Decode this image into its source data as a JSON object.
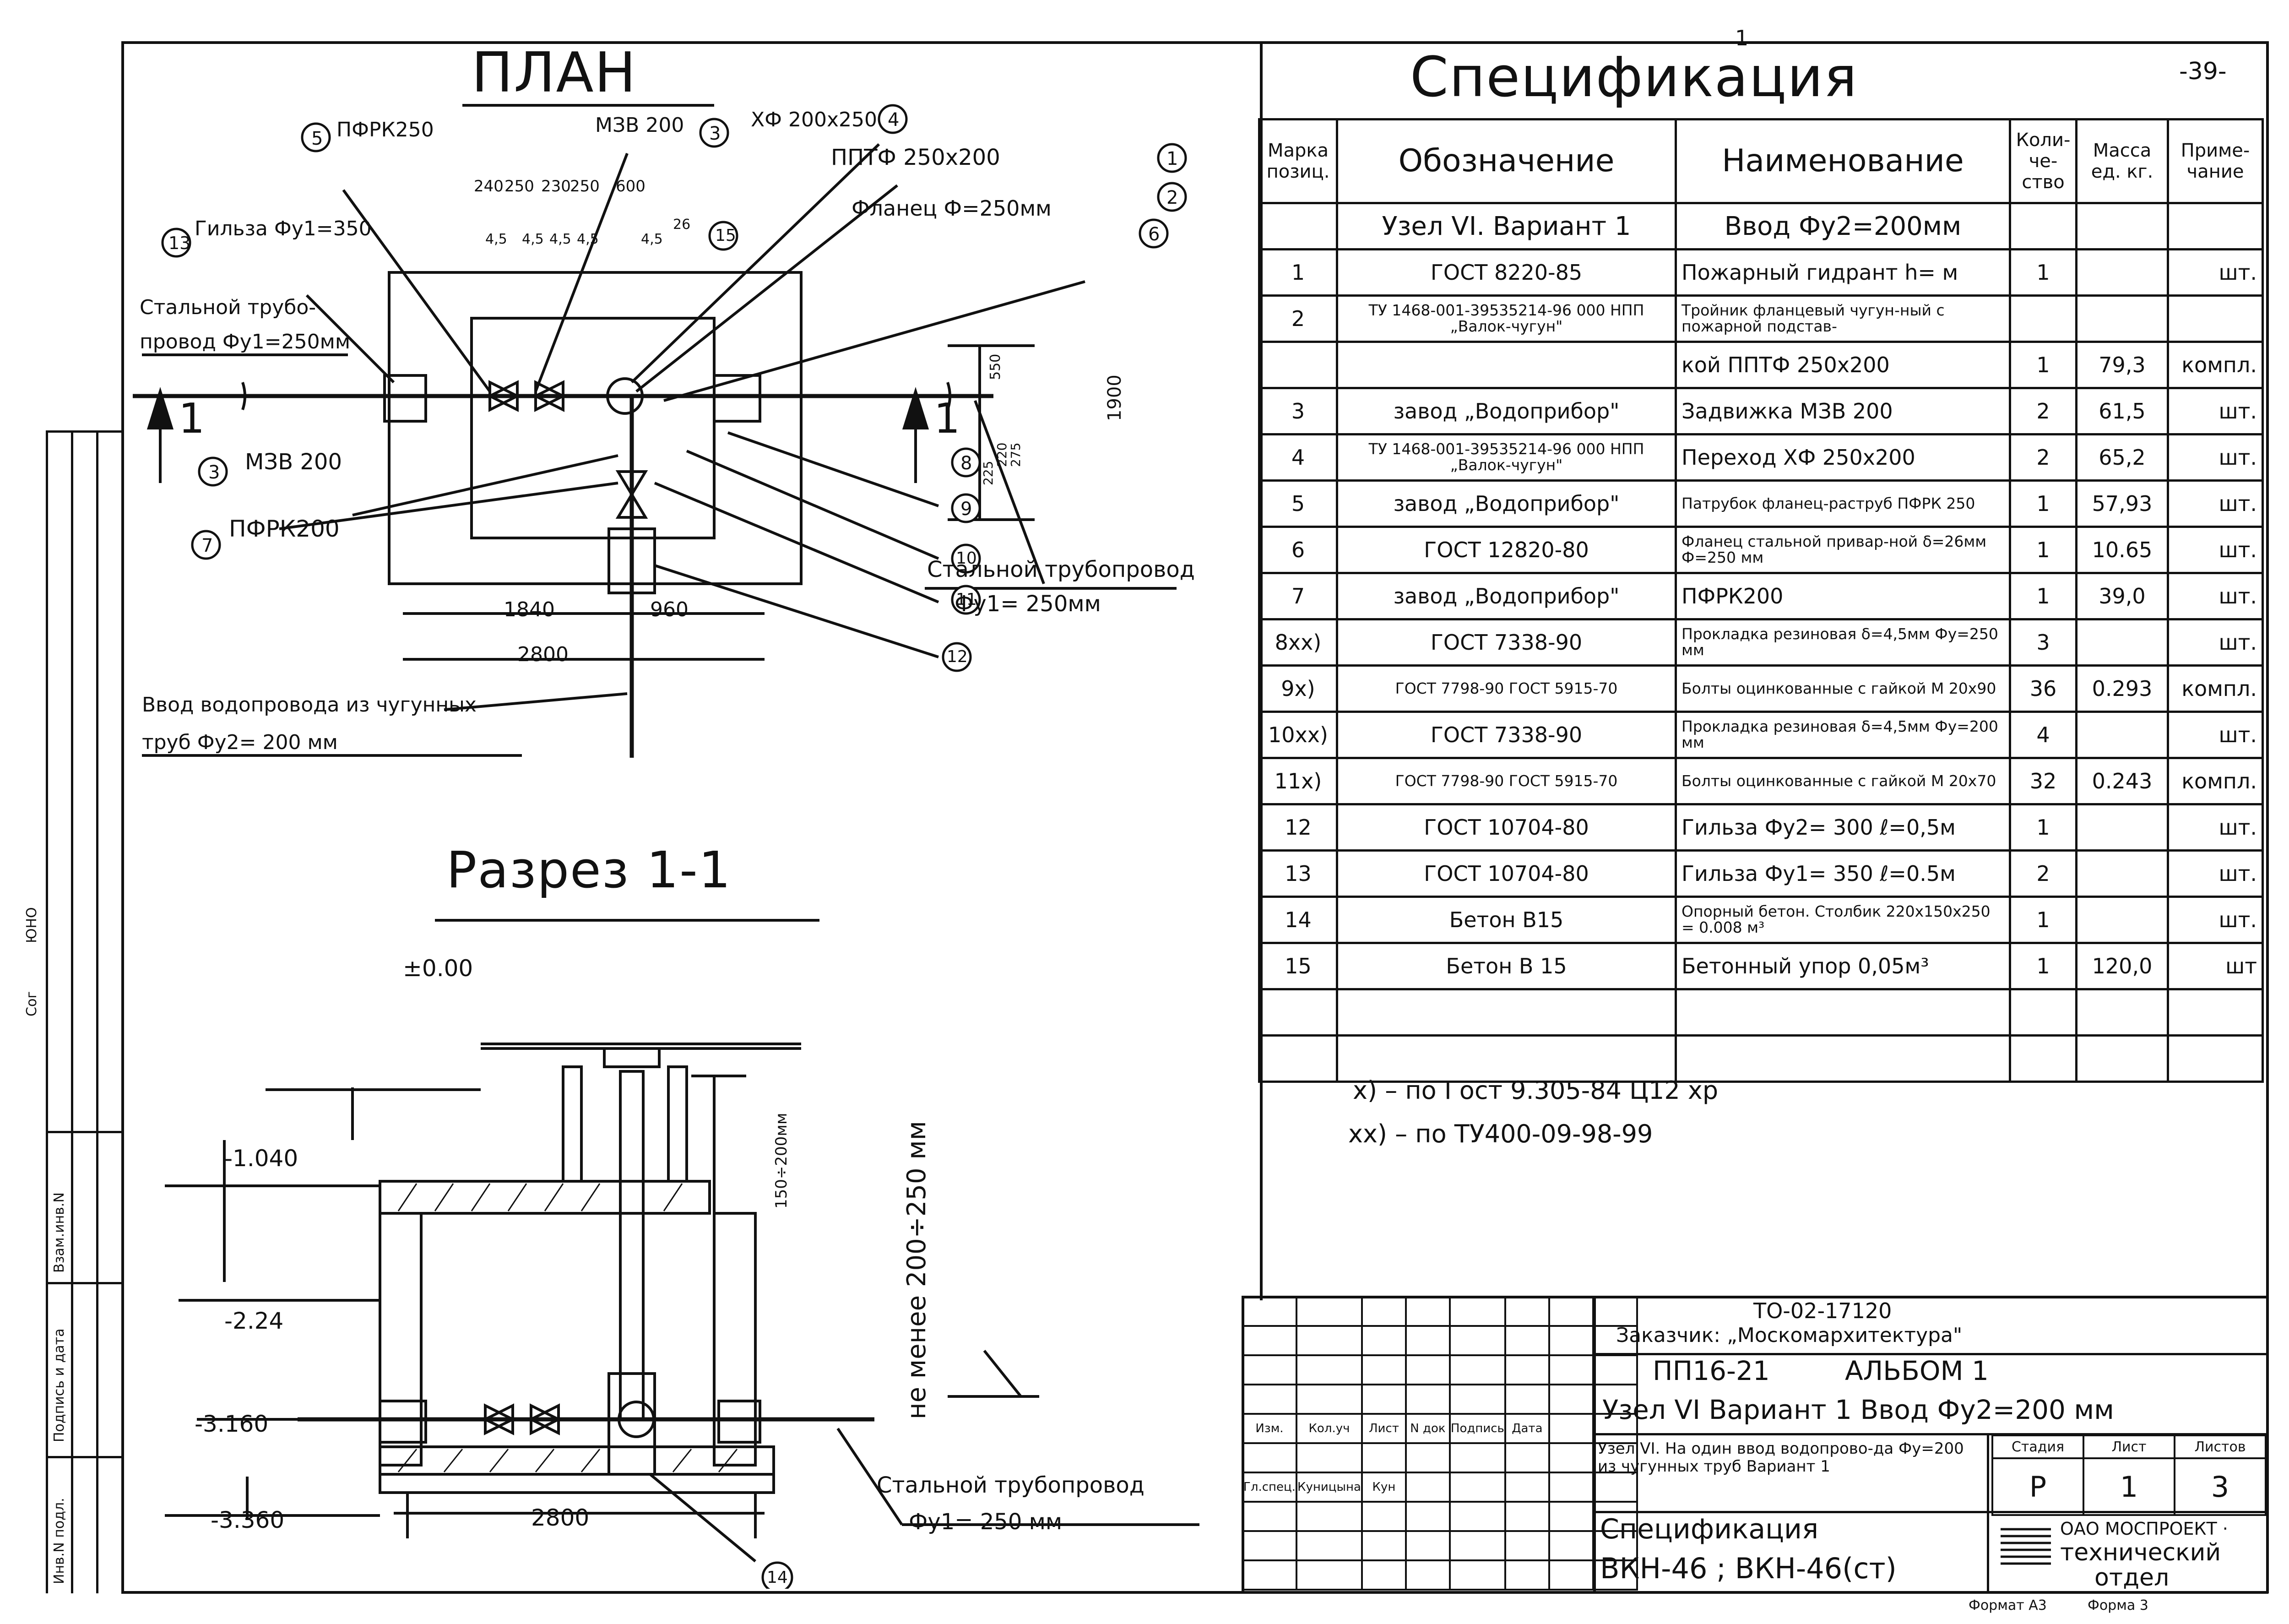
{
  "page_number": "-39-",
  "corner_mark": "1",
  "plan": {
    "title": "ПЛАН",
    "pos1_label": "ППТФ 250х200",
    "pos1_num": "1",
    "pos2_num": "2",
    "pos3_label_top": "МЗВ 200",
    "pos3_num": "3",
    "pos4_label": "ХФ 200х250",
    "pos4_num": "4",
    "pos5_label": "ПФРК250",
    "pos5_num": "5",
    "pos6_label": "Фланец Ф=250мм",
    "pos6_num": "6",
    "pos7_label": "ПФРК200",
    "pos7_num": "7",
    "pos3_label_left": "МЗВ 200",
    "pos8_num": "8",
    "pos9_num": "9",
    "pos10_num": "10",
    "pos11_num": "11",
    "pos12_num": "12",
    "pos13_label": "Гильза Фу1=350",
    "pos13_num": "13",
    "pos15_num": "15",
    "dims_top": [
      "240",
      "250",
      "230",
      "250",
      "600"
    ],
    "dims_small": [
      "4,5",
      "4,5",
      "4,5",
      "4,5",
      "4,5",
      "26"
    ],
    "steel_pipe_left_1": "Стальной трубо-",
    "steel_pipe_left_2": "провод Фу1=250мм",
    "steel_pipe_right_1": "Стальной трубопровод",
    "steel_pipe_right_2": "Фу1= 250мм",
    "inlet_1": "Ввод водопровода из чугунных",
    "inlet_2": "труб Фу2= 200 мм",
    "dim_1840": "1840",
    "dim_960": "960",
    "dim_2800": "2800",
    "dim_1900": "1900",
    "dim_550": "550",
    "dim_275": "275",
    "dim_225": "225",
    "dim_220": "220",
    "section_mark_1": "1",
    "section_mark_2": "1"
  },
  "section": {
    "title": "Разрез 1-1",
    "level_000": "±0.00",
    "level_1040": "-1.040",
    "level_224": "-2.24",
    "level_3160": "-3.160",
    "level_3360": "-3.360",
    "dim_2800": "2800",
    "dim_150": "150÷200мм",
    "not_less": "не менее 200÷250 мм",
    "steel_pipe_1": "Стальной трубопровод",
    "steel_pipe_2": "Фу1= 250 мм",
    "pos14_num": "14"
  },
  "spec": {
    "title": "Спецификация",
    "headers": [
      "Марка позиц.",
      "Обозначение",
      "Наименование",
      "Коли-че-ство",
      "Масса ед. кг.",
      "Приме-чание"
    ],
    "subheader_designation": "Узел VI. Вариант 1",
    "subheader_name": "Ввод Фу2=200мм",
    "rows": [
      {
        "pos": "1",
        "designation": "ГОСТ 8220-85",
        "name": "Пожарный гидрант h= м",
        "qty": "1",
        "mass": "",
        "note": "шт."
      },
      {
        "pos": "2",
        "designation": "ТУ 1468-001-39535214-96 000 НПП „Валок-чугун\"",
        "name": "Тройник фланцевый чугун-ный с пожарной подстав-",
        "qty": "",
        "mass": "",
        "note": ""
      },
      {
        "pos": "",
        "designation": "",
        "name": "кой ППТФ 250х200",
        "qty": "1",
        "mass": "79,3",
        "note": "компл."
      },
      {
        "pos": "3",
        "designation": "завод „Водоприбор\"",
        "name": "Задвижка МЗВ 200",
        "qty": "2",
        "mass": "61,5",
        "note": "шт."
      },
      {
        "pos": "4",
        "designation": "ТУ 1468-001-39535214-96 000 НПП „Валок-чугун\"",
        "name": "Переход ХФ 250х200",
        "qty": "2",
        "mass": "65,2",
        "note": "шт."
      },
      {
        "pos": "5",
        "designation": "завод „Водоприбор\"",
        "name": "Патрубок фланец-раструб ПФРК 250",
        "qty": "1",
        "mass": "57,93",
        "note": "шт."
      },
      {
        "pos": "6",
        "designation": "ГОСТ 12820-80",
        "name": "Фланец стальной привар-ной δ=26мм Ф=250 мм",
        "qty": "1",
        "mass": "10.65",
        "note": "шт."
      },
      {
        "pos": "7",
        "designation": "завод „Водоприбор\"",
        "name": "ПФРК200",
        "qty": "1",
        "mass": "39,0",
        "note": "шт."
      },
      {
        "pos": "8xx)",
        "designation": "ГОСТ 7338-90",
        "name": "Прокладка резиновая δ=4,5мм Фу=250 мм",
        "qty": "3",
        "mass": "",
        "note": "шт."
      },
      {
        "pos": "9x)",
        "designation": "ГОСТ 7798-90 ГОСТ 5915-70",
        "name": "Болты оцинкованные с гайкой М 20х90",
        "qty": "36",
        "mass": "0.293",
        "note": "компл."
      },
      {
        "pos": "10xx)",
        "designation": "ГОСТ 7338-90",
        "name": "Прокладка резиновая δ=4,5мм Фу=200 мм",
        "qty": "4",
        "mass": "",
        "note": "шт."
      },
      {
        "pos": "11x)",
        "designation": "ГОСТ 7798-90 ГОСТ 5915-70",
        "name": "Болты оцинкованные с гайкой М 20х70",
        "qty": "32",
        "mass": "0.243",
        "note": "компл."
      },
      {
        "pos": "12",
        "designation": "ГОСТ 10704-80",
        "name": "Гильза Фу2= 300 ℓ=0,5м",
        "qty": "1",
        "mass": "",
        "note": "шт."
      },
      {
        "pos": "13",
        "designation": "ГОСТ 10704-80",
        "name": "Гильза Фу1= 350 ℓ=0.5м",
        "qty": "2",
        "mass": "",
        "note": "шт."
      },
      {
        "pos": "14",
        "designation": "Бетон В15",
        "name": "Опорный бетон. Столбик 220х150х250 = 0.008 м³",
        "qty": "1",
        "mass": "",
        "note": "шт."
      },
      {
        "pos": "15",
        "designation": "Бетон В 15",
        "name": "Бетонный упор 0,05м³",
        "qty": "1",
        "mass": "120,0",
        "note": "шт"
      },
      {
        "pos": "",
        "designation": "",
        "name": "",
        "qty": "",
        "mass": "",
        "note": ""
      },
      {
        "pos": "",
        "designation": "",
        "name": "",
        "qty": "",
        "mass": "",
        "note": ""
      }
    ],
    "footnote1": "х) – по Гост 9.305-84 Ц12 хр",
    "footnote2": "хх) – по ТУ400-09-98-99"
  },
  "titleblock": {
    "doc_code": "ТО-02-17120",
    "customer": "Заказчик: „Москомархитектура\"",
    "project": "ПП16-21",
    "album": "АЛЬБОМ 1",
    "node_title": "Узел VI Вариант 1 Ввод Фу2=200 мм",
    "col_labels": [
      "Изм.",
      "Кол.уч",
      "Лист",
      "N док",
      "Подпись",
      "Дата"
    ],
    "role": "Гл.спец.",
    "surname": "Куницына",
    "signature": "Кун",
    "description": "Узел VI. На один ввод водопрово-да Фу=200 из чугунных труб Вариант 1",
    "stage_label": "Стадия",
    "sheet_label": "Лист",
    "sheets_label": "Листов",
    "stage": "Р",
    "sheet": "1",
    "sheets": "3",
    "spec_title": "Спецификация",
    "spec_codes": "ВКН-46 ; ВКН-46(ст)",
    "org_1": "ОАО МОСПРОЕКТ ·",
    "org_2": "технический",
    "org_3": "отдел",
    "format": "Формат А3",
    "form": "Форма 3"
  },
  "side_stamp": {
    "inv_podl": "Инв.N подл.",
    "sign_date": "Подпись и дата",
    "vzam_inv": "Взам.инв.N",
    "cog": "Cог",
    "iono": "ЮНО"
  }
}
